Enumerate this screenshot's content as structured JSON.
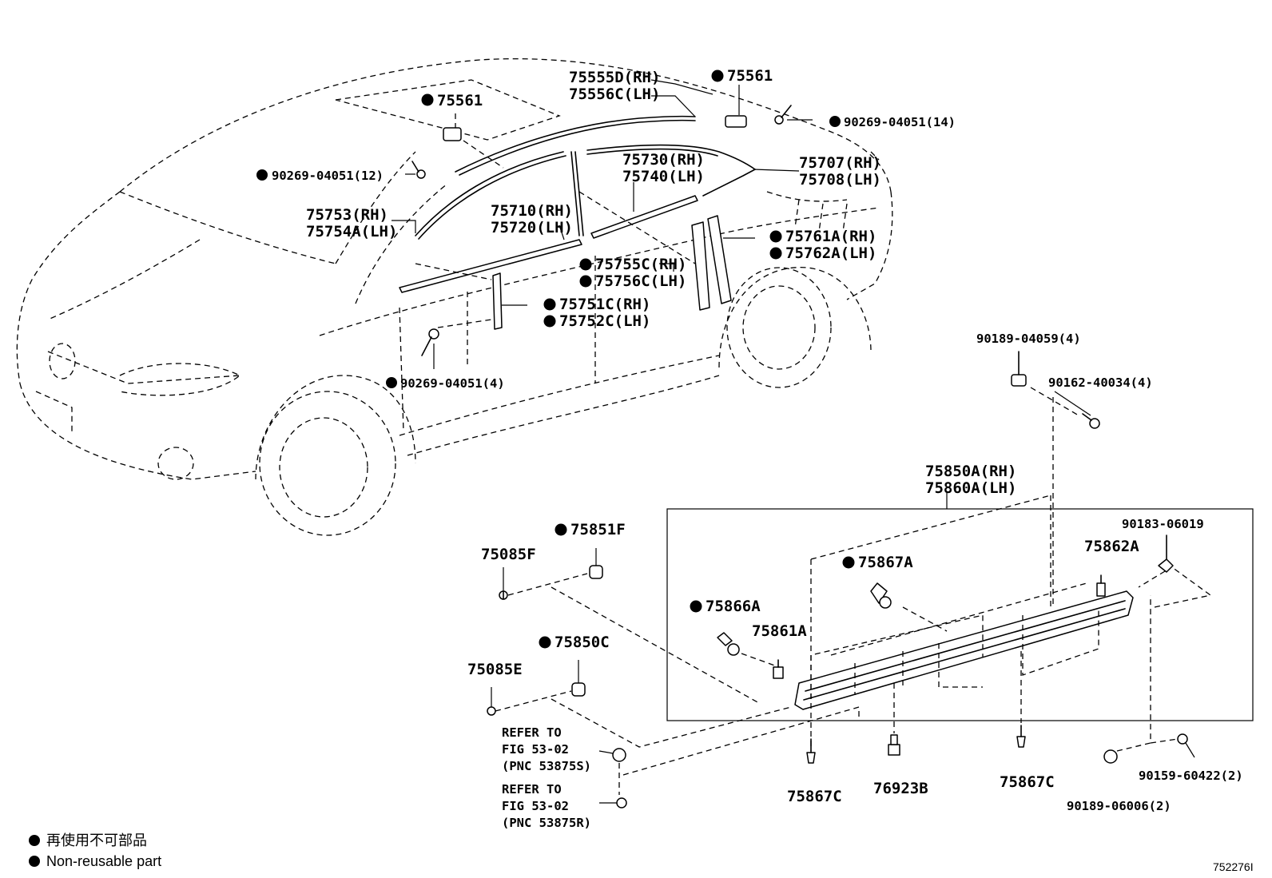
{
  "labels": {
    "p75555": [
      "75555D(RH)",
      "75556C(LH)"
    ],
    "p75561a": "75561",
    "p75561b": "75561",
    "p90269_14": "90269-04051(14)",
    "p90269_12": "90269-04051(12)",
    "p75730": [
      "75730(RH)",
      "75740(LH)"
    ],
    "p75707": [
      "75707(RH)",
      "75708(LH)"
    ],
    "p75753": [
      "75753(RH)",
      "75754A(LH)"
    ],
    "p75710": [
      "75710(RH)",
      "75720(LH)"
    ],
    "p75761": [
      "75761A(RH)",
      "75762A(LH)"
    ],
    "p75755": [
      "75755C(RH)",
      "75756C(LH)"
    ],
    "p75751": [
      "75751C(RH)",
      "75752C(LH)"
    ],
    "p90269_4": "90269-04051(4)",
    "p90189_4": "90189-04059(4)",
    "p90162": "90162-40034(4)",
    "p75850": [
      "75850A(RH)",
      "75860A(LH)"
    ],
    "p90183": "90183-06019",
    "p75851F": "75851F",
    "p75085F": "75085F",
    "p75867A": "75867A",
    "p75862A": "75862A",
    "p75866A": "75866A",
    "p75861A": "75861A",
    "p75850C": "75850C",
    "p75085E": "75085E",
    "ref1": [
      "REFER TO",
      "FIG 53-02",
      "(PNC 53875S)"
    ],
    "ref2": [
      "REFER TO",
      "FIG 53-02",
      "(PNC 53875R)"
    ],
    "p75867C_a": "75867C",
    "p76923B": "76923B",
    "p75867C_b": "75867C",
    "p90159": "90159-60422(2)",
    "p90189_2": "90189-06006(2)"
  },
  "legend": {
    "jp": "再使用不可部品",
    "en": "Non-reusable part"
  },
  "figure_code": "752276I"
}
